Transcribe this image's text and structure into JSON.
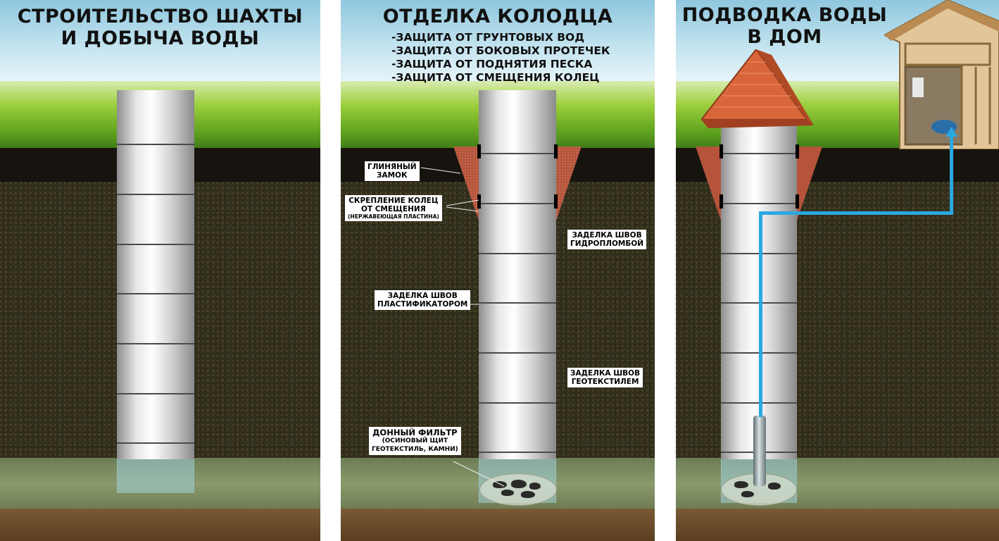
{
  "panels": [
    {
      "title_line1": "СТРОИТЕЛЬСТВО ШАХТЫ",
      "title_line2": "И ДОБЫЧА ВОДЫ"
    },
    {
      "title_line1": "ОТДЕЛКА КОЛОДЦА",
      "bullets": [
        "-ЗАЩИТА ОТ ГРУНТОВЫХ ВОД",
        "-ЗАЩИТА ОТ БОКОВЫХ ПРОТЕЧЕК",
        "-ЗАЩИТА ОТ ПОДНЯТИЯ ПЕСКА",
        "-ЗАЩИТА ОТ СМЕЩЕНИЯ КОЛЕЦ"
      ],
      "labels": {
        "clay_lock": [
          "ГЛИНЯНЫЙ",
          "ЗАМОК"
        ],
        "ring_fastening": [
          "СКРЕПЛЕНИЕ КОЛЕЦ",
          "ОТ СМЕЩЕНИЯ",
          "(НЕРЖАВЕЮЩАЯ ПЛАСТИНА)"
        ],
        "seal_hydro": [
          "ЗАДЕЛКА ШВОВ",
          "ГИДРОПЛОМБОЙ"
        ],
        "seal_plasticizer": [
          "ЗАДЕЛКА ШВОВ",
          "ПЛАСТИФИКАТОРОМ"
        ],
        "seal_geotextile": [
          "ЗАДЕЛКА ШВОВ",
          "ГЕОТЕКСТИЛЕМ"
        ],
        "bottom_filter": [
          "ДОННЫЙ ФИЛЬТР",
          "(ОСИНОВЫЙ ЩИТ",
          "ГЕОТЕКСТИЛЬ, КАМНИ)"
        ]
      }
    },
    {
      "title_line1": "ПОДВОДКА ВОДЫ",
      "title_line2": "В ДОМ"
    }
  ],
  "colors": {
    "pipe": "#2aa8e0",
    "roof": "#d9653a",
    "soil": "#2f2c1c",
    "grass": "#7dbb2e"
  }
}
